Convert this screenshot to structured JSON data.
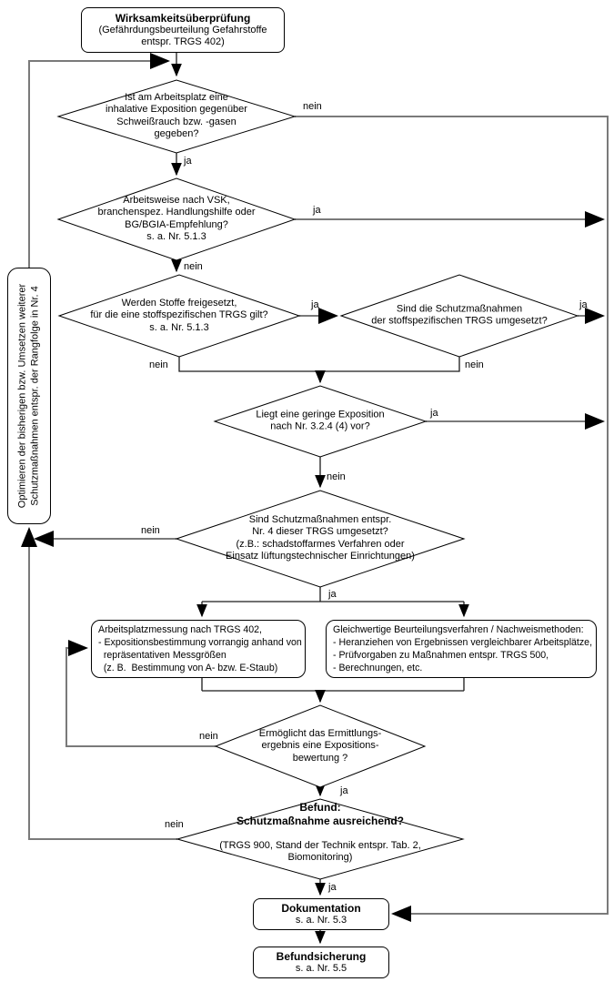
{
  "colors": {
    "background": "#ffffff",
    "shape_border": "#000000",
    "connector_gray": "#7a7a7a",
    "connector_black": "#1a1a1a",
    "arrowhead": "#000000"
  },
  "start": {
    "title": "Wirksamkeitsüberprüfung",
    "subtitle": "(Gefährdungsbeurteilung Gefahrstoffe\nentspr. TRGS 402)"
  },
  "decisions": {
    "d1": "Ist am Arbeitsplatz eine\ninhalative Exposition gegenüber\nSchweißrauch bzw. -gasen\ngegeben?",
    "d2": "Arbeitsweise nach VSK,\nbranchenspez. Handlungshilfe oder\nBG/BGIA-Empfehlung?\ns. a. Nr. 5.1.3",
    "d3": "Werden Stoffe freigesetzt,\nfür die eine stoffspezifischen TRGS gilt?\ns. a. Nr. 5.1.3",
    "d4": "Sind die Schutzmaßnahmen\nder stoffspezifischen TRGS umgesetzt?",
    "d5": "Liegt eine geringe Exposition\nnach Nr. 3.2.4 (4) vor?",
    "d6": "Sind Schutzmaßnahmen entspr.\nNr. 4 dieser TRGS umgesetzt?\n(z.B.: schadstoffarmes Verfahren oder\nEinsatz lüftungstechnischer Einrichtungen)",
    "d7": "Ermöglicht das Ermittlungs-\nergebnis eine Expositions-\nbewertung ?",
    "d8_title": "Befund:\nSchutzmaßnahme ausreichend?",
    "d8_note": "(TRGS 900, Stand der Technik entspr. Tab. 2,\nBiomonitoring)"
  },
  "process": {
    "box_a": "Arbeitsplatzmessung nach TRGS 402,\n- Expositionsbestimmung vorrangig anhand von\n  repräsentativen Messgrößen\n  (z. B.  Bestimmung von A- bzw. E-Staub)",
    "box_b": "Gleichwertige Beurteilungsverfahren / Nachweismethoden:\n- Heranziehen von Ergebnissen vergleichbarer Arbeitsplätze,\n- Prüfvorgaben zu Maßnahmen entspr. TRGS 500,\n- Berechnungen, etc.",
    "left_box": "Optimieren der  bisherigen bzw. Umsetzen weiterer\nSchutzmaßnahmen entspr. der Rangfolge in Nr. 4",
    "dok_title": "Dokumentation",
    "dok_ref": "s. a. Nr. 5.3",
    "bef_title": "Befundsicherung",
    "bef_ref": "s. a. Nr. 5.5"
  },
  "edges": {
    "d1_ja": "ja",
    "d1_nein": "nein",
    "d2_ja": "ja",
    "d2_nein": "nein",
    "d3_ja": "ja",
    "d3_nein": "nein",
    "d4_ja": "ja",
    "d4_nein": "nein",
    "d5_ja": "ja",
    "d5_nein": "nein",
    "d6_ja": "ja",
    "d6_nein": "nein",
    "d7_ja": "ja",
    "d7_nein": "nein",
    "d8_ja": "ja",
    "d8_nein": "nein"
  }
}
